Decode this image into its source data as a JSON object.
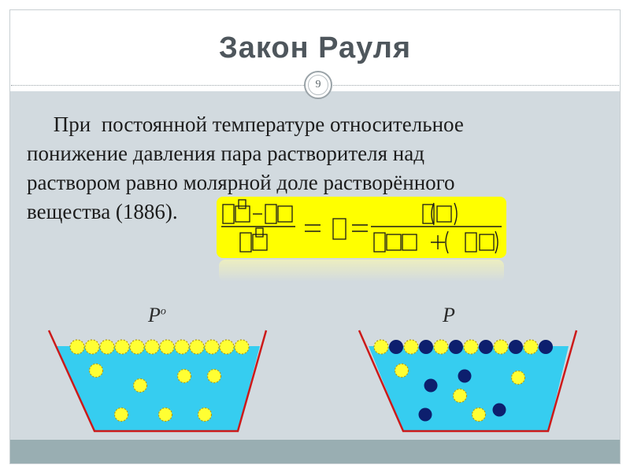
{
  "slide": {
    "title": "Закон Рауля",
    "page_number": "9",
    "text_lines": [
      "     При  постоянной температуре относительное",
      "понижение давления пара растворителя над",
      "раствором равно молярной доле растворённого",
      "вещества (1886)."
    ]
  },
  "vessels": {
    "left_label": "P",
    "left_label_sup": "o",
    "right_label": "P"
  },
  "colors": {
    "background": "#d2dadf",
    "band": "#99aeb2",
    "water": "#36cdf0",
    "vessel_outline": "#cc1a1a",
    "solvent_particle": "#ffff33",
    "solute_particle": "#0d1f6e",
    "formula_box": "#ffff00"
  }
}
